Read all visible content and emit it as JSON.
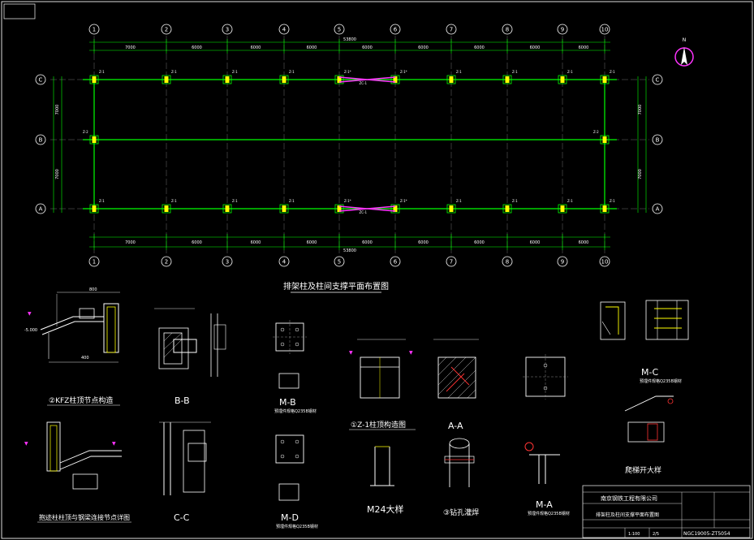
{
  "plan": {
    "axes_x": [
      "1",
      "2",
      "3",
      "4",
      "5",
      "6",
      "7",
      "8",
      "9",
      "10"
    ],
    "axes_y": [
      "C",
      "B",
      "A"
    ],
    "overall_dim": "53800",
    "bay_dims": [
      "7000",
      "6000",
      "6000",
      "6000",
      "6000",
      "6000",
      "6000",
      "6000",
      "6000"
    ],
    "side_dims": [
      "7000",
      "7000"
    ],
    "column_tags": [
      "Z-1",
      "Z-1",
      "Z-1",
      "Z-1",
      "Z-1*",
      "Z-1*",
      "Z-1",
      "Z-1",
      "Z-1",
      "Z-1"
    ],
    "brace_tag": "ZC-1",
    "end_tag": "Z-2",
    "title": "排架柱及柱间支撑平面布置图"
  },
  "details": {
    "kfz": {
      "title": "②KFZ柱顶节点构造"
    },
    "bb": {
      "title": "B-B"
    },
    "mb": {
      "title": "M-B",
      "note": "预埋件规格Q235B钢材"
    },
    "z1": {
      "title": "①Z-1柱顶构造图"
    },
    "aa": {
      "title": "A-A"
    },
    "mc": {
      "title": "M-C",
      "note": "预埋件规格Q235B钢材"
    },
    "ladder": {
      "title": "爬梯开大样"
    },
    "cc": {
      "title": "C-C"
    },
    "md": {
      "title": "M-D",
      "note": "预埋件规格Q235B钢材"
    },
    "m24": {
      "title": "M24大样"
    },
    "hole": {
      "title": "③钻孔灌焊"
    },
    "ma": {
      "title": "M-A",
      "note": "预埋件规格Q235B钢材"
    },
    "joint": {
      "title": "抱迹柱柱顶与钢梁连接节点详图"
    }
  },
  "titleblock": {
    "company": "南京钢铁工程有限公司",
    "drawing_name": "排架柱及柱间支撑平面布置图",
    "drawing_no": "NGC19005-ZT5054",
    "scale": "1:100",
    "sheet": "2/5"
  },
  "north": {
    "label": "N"
  }
}
